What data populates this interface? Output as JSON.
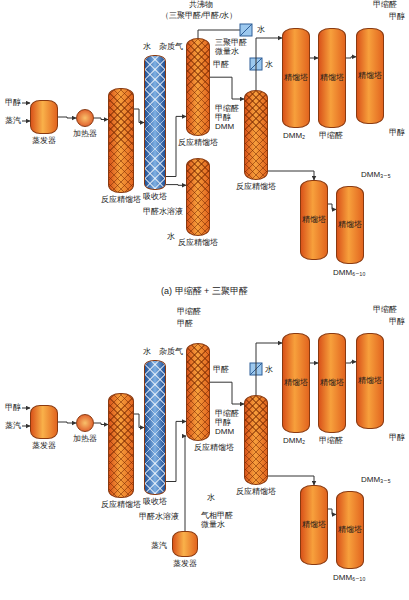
{
  "diagram": {
    "caption": "(a) 甲缩醛 + 三聚甲醛",
    "nodes": [
      {
        "text": [
          "蒸发器"
        ]
      },
      {
        "text": [
          "加热器"
        ]
      },
      {
        "text": [
          "反应精馏塔"
        ]
      },
      {
        "text": [
          "吸收塔"
        ]
      },
      {
        "text": [
          "反应精馏塔"
        ]
      },
      {
        "text": [
          "反应精馏塔"
        ]
      },
      {
        "text": [
          "反应精馏塔"
        ]
      },
      {
        "text": [
          "精馏塔"
        ]
      },
      {
        "text": [
          "精馏塔"
        ]
      },
      {
        "text": [
          "精馏塔"
        ]
      },
      {
        "text": [
          "精馏塔"
        ]
      },
      {
        "text": [
          "精馏塔"
        ]
      },
      {
        "text": [
          "蒸发器"
        ]
      },
      {
        "text": [
          "加热器"
        ]
      },
      {
        "text": [
          "反应精馏塔"
        ]
      },
      {
        "text": [
          "吸收塔"
        ]
      },
      {
        "text": [
          "反应精馏塔"
        ]
      },
      {
        "text": [
          "蒸发器"
        ]
      },
      {
        "text": [
          "反应精馏塔"
        ]
      },
      {
        "text": [
          "精馏塔"
        ]
      },
      {
        "text": [
          "精馏塔"
        ]
      },
      {
        "text": [
          "精馏塔"
        ]
      },
      {
        "text": [
          "精馏塔"
        ]
      },
      {
        "text": [
          "精馏塔"
        ]
      }
    ],
    "edges": [
      {
        "from": 0,
        "to": 1,
        "arrow": "to"
      },
      {
        "from": 1,
        "to": 2,
        "arrow": "to"
      },
      {
        "from": 2,
        "to": 3,
        "arrow": "to"
      },
      {
        "from": 3,
        "to": 4,
        "arrow": "to"
      },
      {
        "from": 3,
        "to": 5,
        "arrow": "to"
      },
      {
        "from": 4,
        "to": 6,
        "arrow": "to"
      },
      {
        "from": 6,
        "to": 7,
        "arrow": "to"
      },
      {
        "from": 7,
        "to": 8,
        "arrow": "to"
      },
      {
        "from": 8,
        "to": 9,
        "arrow": "to"
      },
      {
        "from": 6,
        "to": 10,
        "arrow": "to"
      },
      {
        "from": 10,
        "to": 11,
        "arrow": "to"
      },
      {
        "from": 12,
        "to": 13,
        "arrow": "to"
      },
      {
        "from": 13,
        "to": 14,
        "arrow": "to"
      },
      {
        "from": 14,
        "to": 15,
        "arrow": "to"
      },
      {
        "from": 15,
        "to": 16,
        "arrow": "to"
      },
      {
        "from": 17,
        "to": 16,
        "arrow": "to"
      },
      {
        "from": 16,
        "to": 18,
        "arrow": "to"
      },
      {
        "from": 18,
        "to": 19,
        "arrow": "to"
      },
      {
        "from": 19,
        "to": 20,
        "arrow": "to"
      },
      {
        "from": 20,
        "to": 21,
        "arrow": "to"
      },
      {
        "from": 18,
        "to": 22,
        "arrow": "to"
      },
      {
        "from": 22,
        "to": 23,
        "arrow": "to"
      }
    ],
    "labels": [
      "甲醇",
      "蒸汽",
      "水",
      "杂质气",
      "甲醛水溶液",
      "共沸物",
      "（三聚甲醛/甲醛/水）",
      "水",
      "三聚甲醛 微量水",
      "水",
      "甲醛",
      "水",
      "甲缩醛 甲醇 DMM",
      "甲缩醛",
      "甲醇",
      "DMM₂",
      "甲缩醛",
      "甲醇",
      "DMM₃₋₅",
      "DMM₆₋₁₀",
      "甲醇",
      "蒸汽",
      "水",
      "杂质气",
      "甲醛水溶液",
      "甲缩醛",
      "甲醛",
      "甲醛",
      "水",
      "甲缩醛 甲醇 DMM",
      "甲缩醛",
      "甲醇",
      "DMM₂",
      "甲缩醛",
      "甲醇",
      "DMM₃₋₅",
      "DMM₆₋₁₀",
      "蒸汽",
      "水",
      "气相甲醛 微量水"
    ]
  }
}
